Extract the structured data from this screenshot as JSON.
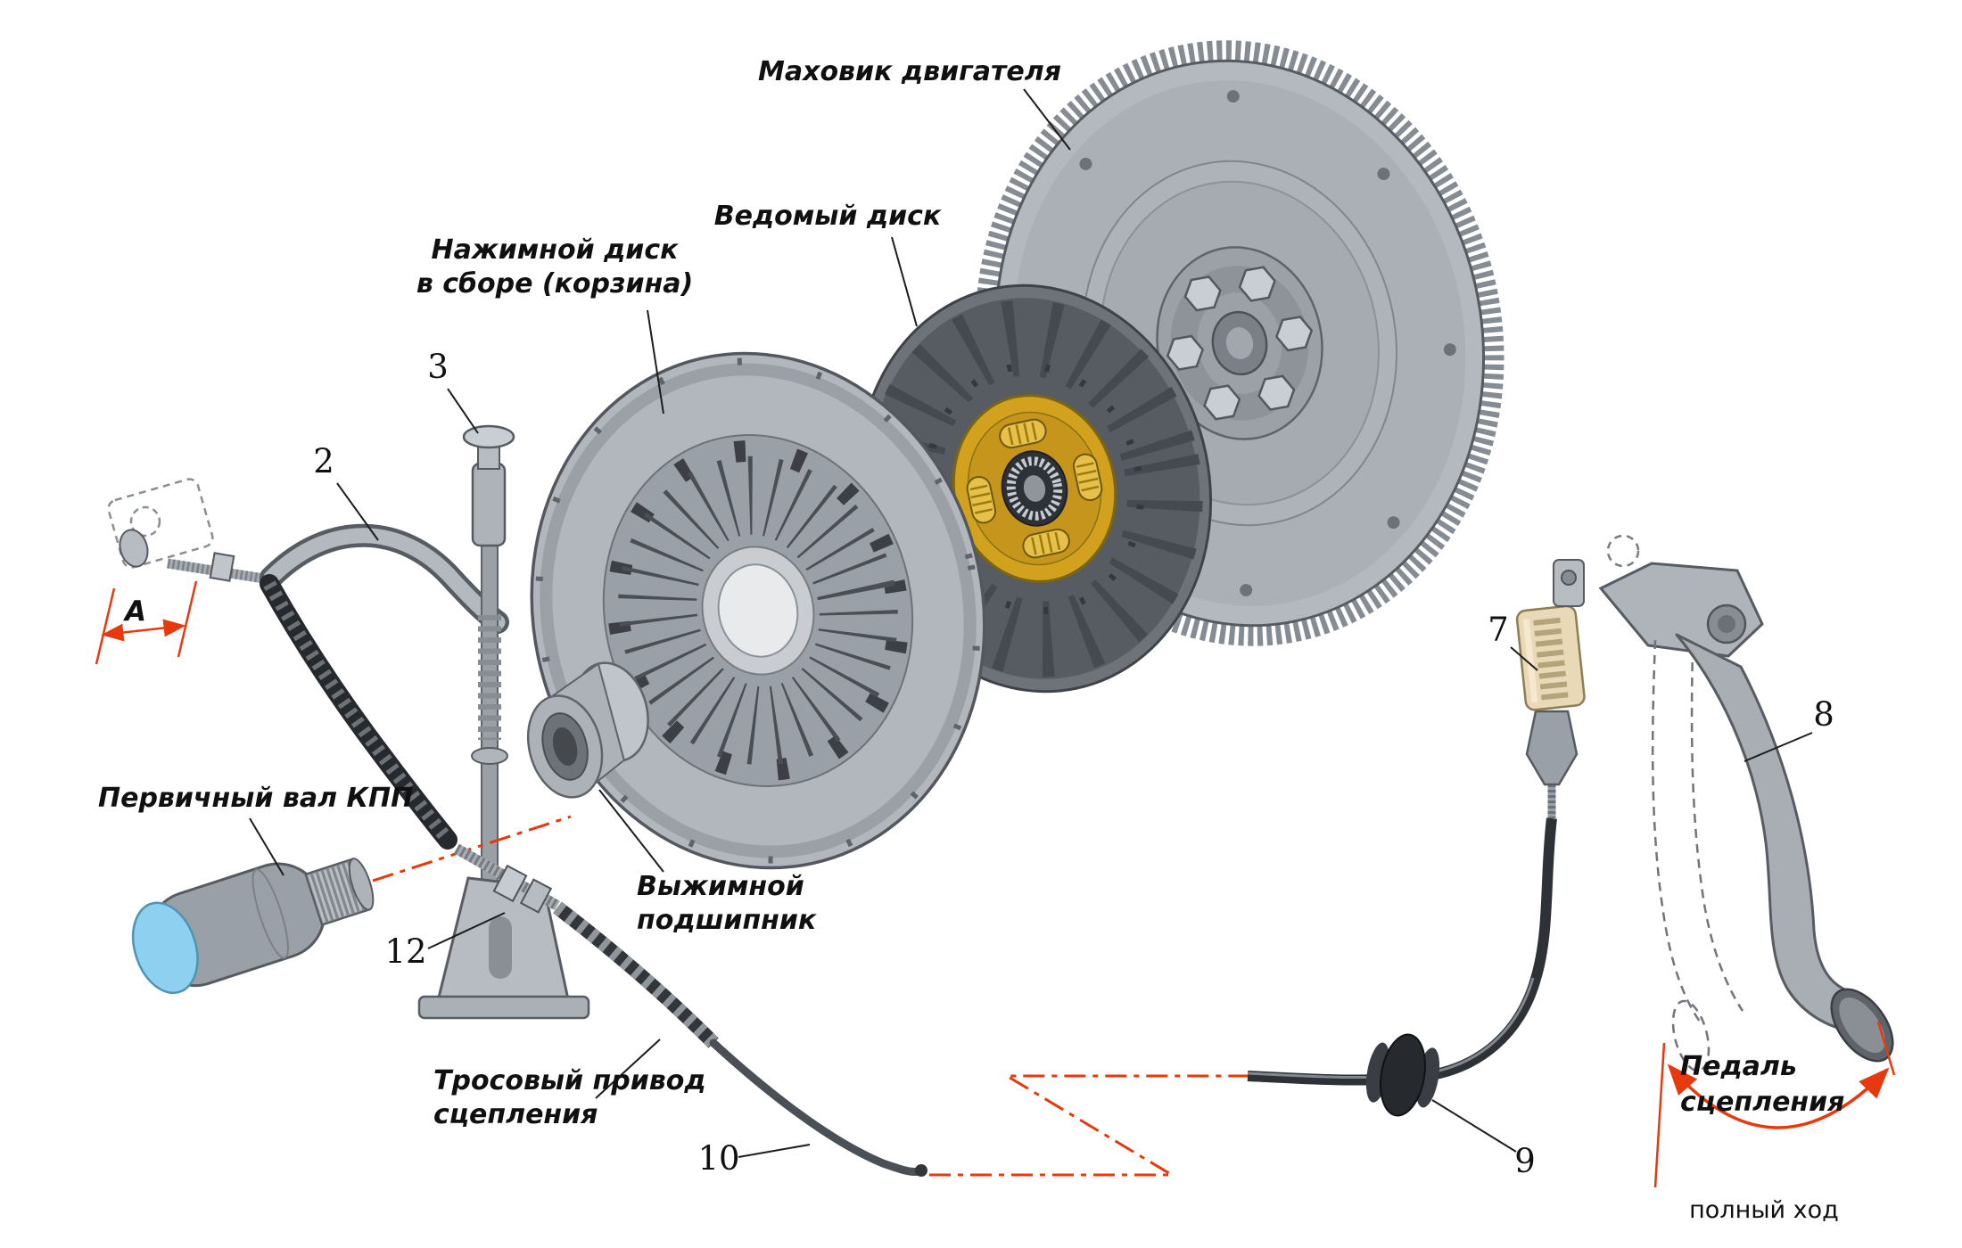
{
  "figure": {
    "background": "#ffffff",
    "accent_red": "#e8380d",
    "metal_gray": "#b2b7be",
    "friction_gold": "#d2a21f",
    "shaft_blue": "#8ed0ef"
  },
  "labels": {
    "flywheel": "Маховик двигателя",
    "driven_disc": "Ведомый диск",
    "pressure_plate_line1": "Нажимной диск",
    "pressure_plate_line2": "в сборе (корзина)",
    "release_bearing_line1": "Выжимной",
    "release_bearing_line2": "подшипник",
    "input_shaft": "Первичный вал КПП",
    "cable_drive_line1": "Тросовый привод",
    "cable_drive_line2": "сцепления",
    "pedal_line1": "Педаль",
    "pedal_line2": "сцепления",
    "full_stroke": "полный ход"
  },
  "callouts": {
    "n2": "2",
    "n3": "3",
    "n7": "7",
    "n8": "8",
    "n9": "9",
    "n10": "10",
    "n12": "12",
    "dim_a": "A"
  }
}
